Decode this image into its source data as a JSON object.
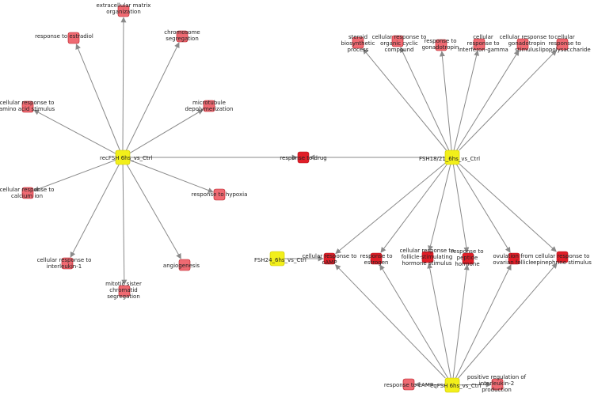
{
  "colors": {
    "hub": "#f2ef1a",
    "hub_stroke": "#c9c400",
    "term_light": "#ef6a72",
    "term_dark": "#e01e28",
    "term_stroke": "#b81820",
    "edge": "#8a8a8a"
  },
  "nodes": [
    {
      "id": "recfsh",
      "label": "recFSH 6hs_vs_Ctrl",
      "kind": "hub"
    },
    {
      "id": "fsh1821",
      "label": "FSH18/21_6hs_vs_Ctrl",
      "kind": "hub"
    },
    {
      "id": "fsh24",
      "label": "FSH24_6hs_vs_Ctrl",
      "kind": "hub"
    },
    {
      "id": "eqfsh",
      "label": "eqFSH 6hs_vs_Ctrl",
      "kind": "hub"
    },
    {
      "id": "drug",
      "label": "response to drug",
      "kind": "dark"
    },
    {
      "id": "ecm",
      "label": "extracellular matrix organization",
      "kind": "light"
    },
    {
      "id": "estradiol",
      "label": "response to estradiol",
      "kind": "light"
    },
    {
      "id": "chromseg",
      "label": "chromosome segregation",
      "kind": "light"
    },
    {
      "id": "aminoacid",
      "label": "cellular response to amino acid stimulus",
      "kind": "light"
    },
    {
      "id": "microtubule",
      "label": "microtubule depolymerization",
      "kind": "light"
    },
    {
      "id": "calcium",
      "label": "cellular response to calcium ion",
      "kind": "light"
    },
    {
      "id": "hypoxia",
      "label": "response to hypoxia",
      "kind": "light"
    },
    {
      "id": "il1",
      "label": "cellular response to interleukin-1",
      "kind": "light"
    },
    {
      "id": "angio",
      "label": "angiogenesis",
      "kind": "light"
    },
    {
      "id": "mitotic",
      "label": "mitotic sister chromatid segregation",
      "kind": "light"
    },
    {
      "id": "steroid",
      "label": "steroid biosynthetic process",
      "kind": "light"
    },
    {
      "id": "organic",
      "label": "cellular response to organic cyclic compound",
      "kind": "light"
    },
    {
      "id": "gonadotropin",
      "label": "response to gonadotropin",
      "kind": "light"
    },
    {
      "id": "ifng",
      "label": "cellular response to interferon-gamma",
      "kind": "light"
    },
    {
      "id": "gonadostim",
      "label": "cellular response to gonadotropin stimulus",
      "kind": "light"
    },
    {
      "id": "lps",
      "label": "cellular response to lipopolysaccharide",
      "kind": "light"
    },
    {
      "id": "camp",
      "label": "cellular response to cAMP",
      "kind": "dark"
    },
    {
      "id": "estrogen",
      "label": "response to estrogen",
      "kind": "dark"
    },
    {
      "id": "fshstim",
      "label": "cellular response to follicle-stimulating hormone stimulus",
      "kind": "dark"
    },
    {
      "id": "peptide",
      "label": "response to peptide hormone",
      "kind": "dark"
    },
    {
      "id": "ovulation",
      "label": "ovulation from ovarian follicle",
      "kind": "dark"
    },
    {
      "id": "epinephrine",
      "label": "cellular response to epinephrine stimulus",
      "kind": "dark"
    },
    {
      "id": "respcamp",
      "label": "response to cAMP",
      "kind": "light"
    },
    {
      "id": "il2",
      "label": "positive regulation of interleukin-2 production",
      "kind": "light"
    }
  ],
  "edges": [
    {
      "from": "recfsh",
      "to": "ecm"
    },
    {
      "from": "recfsh",
      "to": "estradiol"
    },
    {
      "from": "recfsh",
      "to": "chromseg"
    },
    {
      "from": "recfsh",
      "to": "aminoacid"
    },
    {
      "from": "recfsh",
      "to": "microtubule"
    },
    {
      "from": "recfsh",
      "to": "calcium"
    },
    {
      "from": "recfsh",
      "to": "hypoxia"
    },
    {
      "from": "recfsh",
      "to": "il1"
    },
    {
      "from": "recfsh",
      "to": "angio"
    },
    {
      "from": "recfsh",
      "to": "mitotic"
    },
    {
      "from": "recfsh",
      "to": "drug"
    },
    {
      "from": "fsh1821",
      "to": "drug"
    },
    {
      "from": "fsh1821",
      "to": "steroid"
    },
    {
      "from": "fsh1821",
      "to": "organic"
    },
    {
      "from": "fsh1821",
      "to": "gonadotropin"
    },
    {
      "from": "fsh1821",
      "to": "ifng"
    },
    {
      "from": "fsh1821",
      "to": "gonadostim"
    },
    {
      "from": "fsh1821",
      "to": "lps"
    },
    {
      "from": "fsh1821",
      "to": "camp"
    },
    {
      "from": "fsh1821",
      "to": "estrogen"
    },
    {
      "from": "fsh1821",
      "to": "fshstim"
    },
    {
      "from": "fsh1821",
      "to": "peptide"
    },
    {
      "from": "fsh1821",
      "to": "ovulation"
    },
    {
      "from": "fsh1821",
      "to": "epinephrine"
    },
    {
      "from": "fsh24",
      "to": "camp"
    },
    {
      "from": "eqfsh",
      "to": "camp"
    },
    {
      "from": "eqfsh",
      "to": "estrogen"
    },
    {
      "from": "eqfsh",
      "to": "fshstim"
    },
    {
      "from": "eqfsh",
      "to": "peptide"
    },
    {
      "from": "eqfsh",
      "to": "ovulation"
    },
    {
      "from": "eqfsh",
      "to": "epinephrine"
    },
    {
      "from": "eqfsh",
      "to": "respcamp"
    },
    {
      "from": "eqfsh",
      "to": "il2"
    }
  ]
}
